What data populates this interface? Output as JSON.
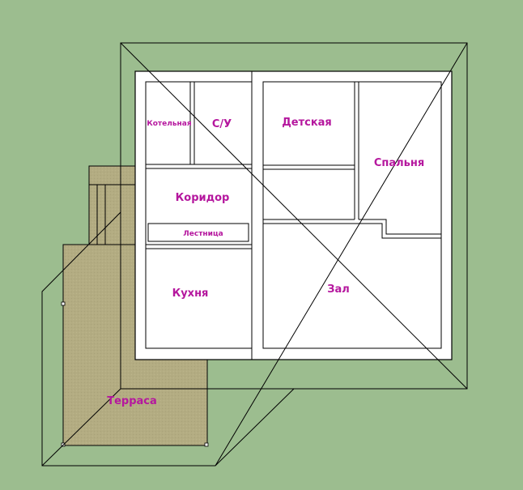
{
  "colors": {
    "ground": "#9cbd8f",
    "terrace": "#b3ac82",
    "wall": "#ffffff",
    "line": "#000000",
    "label": "#b5179e"
  },
  "rooms": {
    "boiler": "Котельная",
    "bathroom": "С/У",
    "kids_room": "Детская",
    "bedroom": "Спальня",
    "corridor": "Коридор",
    "stairs": "Лестница",
    "kitchen": "Кухня",
    "hall": "Зал",
    "terrace": "Терраса"
  }
}
